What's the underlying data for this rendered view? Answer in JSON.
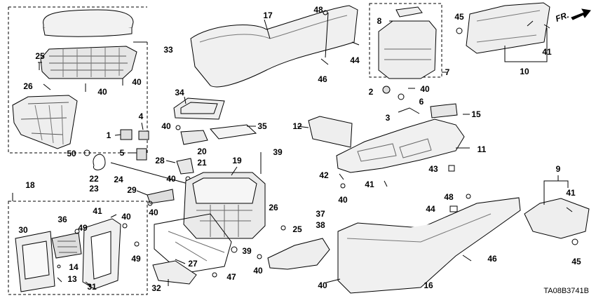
{
  "diagram": {
    "direction_label": "FR.",
    "drawing_code": "TA08B3741B",
    "callouts": [
      {
        "id": "c33",
        "text": "33"
      },
      {
        "id": "c25a",
        "text": "25"
      },
      {
        "id": "c26a",
        "text": "26"
      },
      {
        "id": "c40a",
        "text": "40"
      },
      {
        "id": "c40b",
        "text": "40"
      },
      {
        "id": "c17",
        "text": "17"
      },
      {
        "id": "c48a",
        "text": "48"
      },
      {
        "id": "c46a",
        "text": "46"
      },
      {
        "id": "c44a",
        "text": "44"
      },
      {
        "id": "c8",
        "text": "8"
      },
      {
        "id": "c7",
        "text": "7"
      },
      {
        "id": "c45a",
        "text": "45"
      },
      {
        "id": "c41a",
        "text": "41"
      },
      {
        "id": "c10",
        "text": "10"
      },
      {
        "id": "c34",
        "text": "34"
      },
      {
        "id": "c4",
        "text": "4"
      },
      {
        "id": "c1",
        "text": "1"
      },
      {
        "id": "c5",
        "text": "5"
      },
      {
        "id": "c40c",
        "text": "40"
      },
      {
        "id": "c35",
        "text": "35"
      },
      {
        "id": "c20",
        "text": "20"
      },
      {
        "id": "c21",
        "text": "21"
      },
      {
        "id": "c28",
        "text": "28"
      },
      {
        "id": "c40d",
        "text": "40"
      },
      {
        "id": "c2",
        "text": "2"
      },
      {
        "id": "c40e",
        "text": "40"
      },
      {
        "id": "c6",
        "text": "6"
      },
      {
        "id": "c3",
        "text": "3"
      },
      {
        "id": "c15",
        "text": "15"
      },
      {
        "id": "c12",
        "text": "12"
      },
      {
        "id": "c11",
        "text": "11"
      },
      {
        "id": "c50",
        "text": "50"
      },
      {
        "id": "c22",
        "text": "22"
      },
      {
        "id": "c23",
        "text": "23"
      },
      {
        "id": "c24",
        "text": "24"
      },
      {
        "id": "c19",
        "text": "19"
      },
      {
        "id": "c39a",
        "text": "39"
      },
      {
        "id": "c29",
        "text": "29"
      },
      {
        "id": "c42",
        "text": "42"
      },
      {
        "id": "c41b",
        "text": "41"
      },
      {
        "id": "c43",
        "text": "43"
      },
      {
        "id": "c40f",
        "text": "40"
      },
      {
        "id": "c18",
        "text": "18"
      },
      {
        "id": "c36",
        "text": "36"
      },
      {
        "id": "c41c",
        "text": "41"
      },
      {
        "id": "c40g",
        "text": "40"
      },
      {
        "id": "c49a",
        "text": "49"
      },
      {
        "id": "c30",
        "text": "30"
      },
      {
        "id": "c14",
        "text": "14"
      },
      {
        "id": "c13",
        "text": "13"
      },
      {
        "id": "c49b",
        "text": "49"
      },
      {
        "id": "c31",
        "text": "31"
      },
      {
        "id": "c40h",
        "text": "40"
      },
      {
        "id": "c26b",
        "text": "26"
      },
      {
        "id": "c25b",
        "text": "25"
      },
      {
        "id": "c37",
        "text": "37"
      },
      {
        "id": "c38",
        "text": "38"
      },
      {
        "id": "c39b",
        "text": "39"
      },
      {
        "id": "c40i",
        "text": "40"
      },
      {
        "id": "c27",
        "text": "27"
      },
      {
        "id": "c47",
        "text": "47"
      },
      {
        "id": "c32",
        "text": "32"
      },
      {
        "id": "c40j",
        "text": "40"
      },
      {
        "id": "c48b",
        "text": "48"
      },
      {
        "id": "c44b",
        "text": "44"
      },
      {
        "id": "c46b",
        "text": "46"
      },
      {
        "id": "c16",
        "text": "16"
      },
      {
        "id": "c9",
        "text": "9"
      },
      {
        "id": "c41d",
        "text": "41"
      },
      {
        "id": "c45b",
        "text": "45"
      }
    ]
  }
}
